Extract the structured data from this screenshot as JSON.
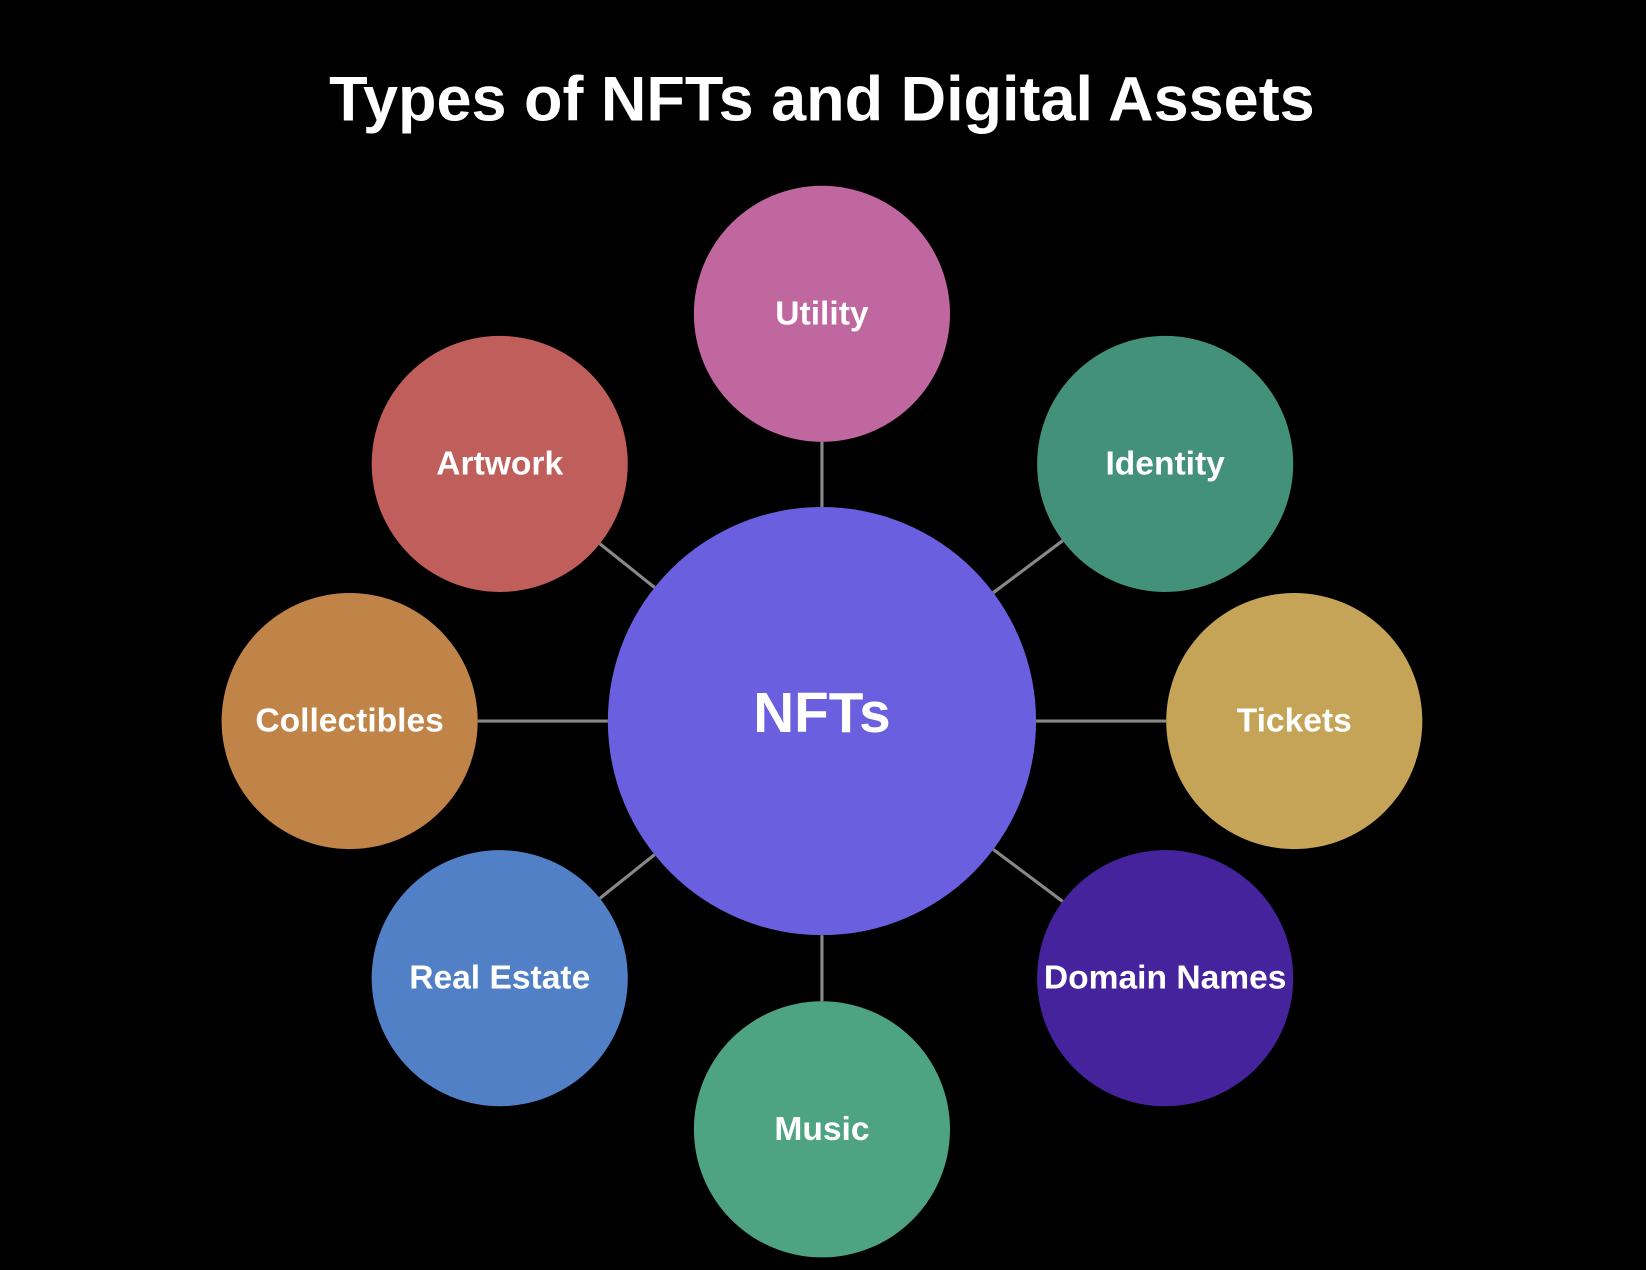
{
  "title": "Types of NFTs and Digital Assets",
  "center": {
    "label": "NFTs",
    "color": "#6a5fdf"
  },
  "link_color": "#888888",
  "nodes": [
    {
      "label": "Utility",
      "color": "#c0679f"
    },
    {
      "label": "Identity",
      "color": "#44917a"
    },
    {
      "label": "Tickets",
      "color": "#c6a457"
    },
    {
      "label": "Domain Names",
      "color": "#45239c"
    },
    {
      "label": "Music",
      "color": "#4ea382"
    },
    {
      "label": "Real Estate",
      "color": "#5280c6"
    },
    {
      "label": "Collectibles",
      "color": "#c08348"
    },
    {
      "label": "Artwork",
      "color": "#c05e5b"
    }
  ]
}
